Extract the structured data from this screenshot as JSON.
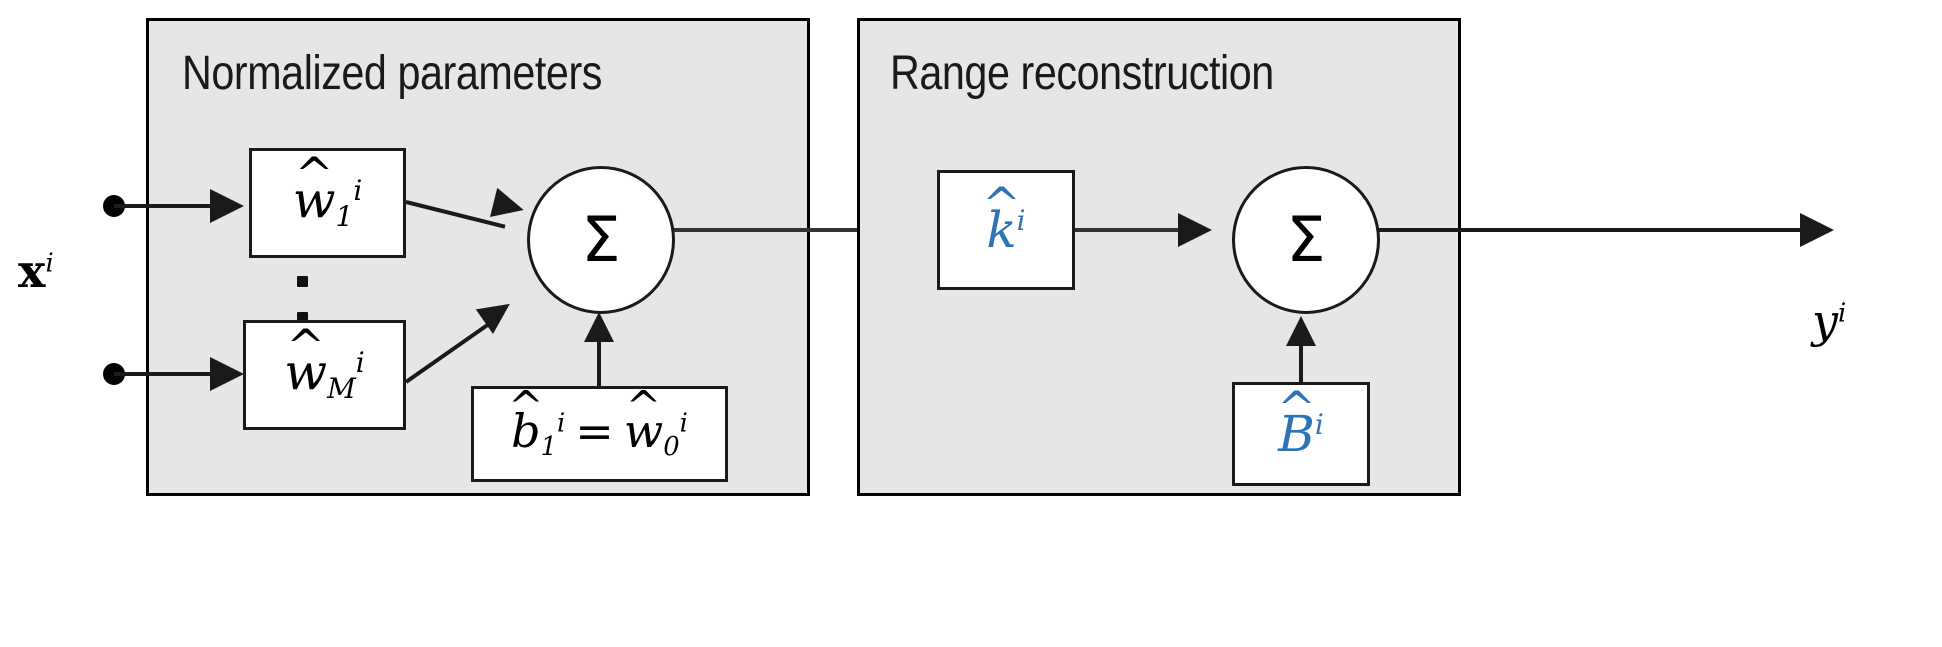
{
  "diagram": {
    "title": "Normalized parameters and range reconstruction neuron block diagram",
    "accent_color": "#2E74B5",
    "panel_fill": "#e6e6e6",
    "stroke_color": "#1a1a1a"
  },
  "panels": [
    {
      "id": "normalized",
      "title": "Normalized  parameters"
    },
    {
      "id": "range",
      "title": "Range reconstruction"
    }
  ],
  "inputs": {
    "vector_label_base": "x",
    "vector_label_sup": "i"
  },
  "output": {
    "label_base": "y",
    "label_sup": "i"
  },
  "weights": [
    {
      "id": "w1",
      "hat": "^",
      "base": "w",
      "sub": "1",
      "sup": "i"
    },
    {
      "id": "wM",
      "hat": "^",
      "base": "w",
      "sub": "M",
      "sup": "i"
    }
  ],
  "ellipsis": {
    "glyph": "vertical-dots",
    "count": 2
  },
  "bias": {
    "left_hat": "^",
    "left_base": "b",
    "left_sub": "1",
    "left_sup": "i",
    "equals": "=",
    "right_hat": "^",
    "right_base": "w",
    "right_sub": "0",
    "right_sup": "i"
  },
  "gain": {
    "hat": "^",
    "base": "k",
    "sup": "i",
    "color": "#2E74B5"
  },
  "offset": {
    "hat": "^",
    "base": "B",
    "sup": "i",
    "color": "#2E74B5"
  },
  "summations": [
    {
      "id": "sum-normalized",
      "glyph": "Σ"
    },
    {
      "id": "sum-range",
      "glyph": "Σ"
    }
  ]
}
